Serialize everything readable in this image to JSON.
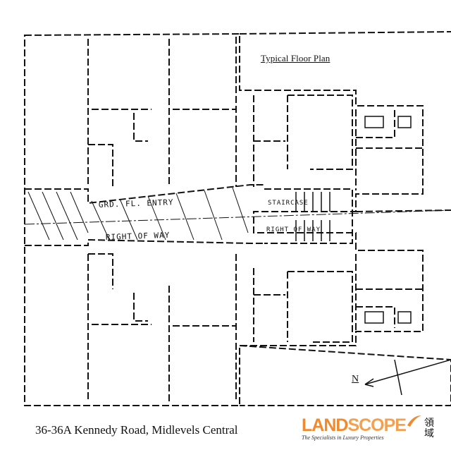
{
  "plan": {
    "title": "Typical Floor Plan",
    "north_label": "N",
    "annotations": {
      "entry": "GRD. FL. ENTRY",
      "right_of_way": "RIGHT OF WAY",
      "stair_top": "STAIRCASE",
      "stair_bottom": "RIGHT OF WAY"
    }
  },
  "caption": {
    "address": "36-36A Kennedy Road, Midlevels Central"
  },
  "logo": {
    "land": "LAND",
    "scope": "SCOPE",
    "tagline": "The Specialists in Luxury Properties",
    "chinese": "領域",
    "accent": "#f08a30"
  }
}
